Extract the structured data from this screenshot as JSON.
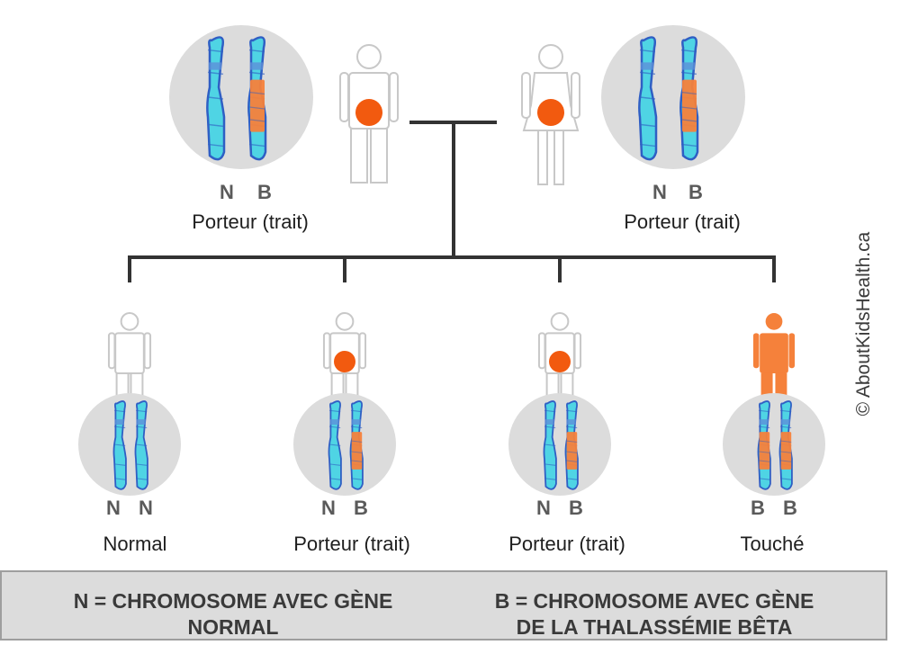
{
  "parents": [
    {
      "label": "Porteur (trait)",
      "alleles": [
        "N",
        "B"
      ],
      "sex": "male",
      "carrier_dot": true
    },
    {
      "label": "Porteur (trait)",
      "alleles": [
        "N",
        "B"
      ],
      "sex": "female",
      "carrier_dot": true
    }
  ],
  "children": [
    {
      "label": "Normal",
      "alleles": [
        "N",
        "N"
      ],
      "status": "normal"
    },
    {
      "label": "Porteur (trait)",
      "alleles": [
        "N",
        "B"
      ],
      "status": "carrier"
    },
    {
      "label": "Porteur (trait)",
      "alleles": [
        "N",
        "B"
      ],
      "status": "carrier"
    },
    {
      "label": "Touché",
      "alleles": [
        "B",
        "B"
      ],
      "status": "affected"
    }
  ],
  "legend": {
    "normal_gene": "N = CHROMOSOME AVEC GÈNE\nNORMAL",
    "beta_gene": "B = CHROMOSOME AVEC GÈNE\nDE LA THALASSÉMIE BÊTA"
  },
  "credit": "© AboutKidsHealth.ca",
  "colors": {
    "normal_chromosome": "#4fd4e4",
    "beta_segment": "#f5813b",
    "chromosome_outline": "#2f5fc4",
    "circle_bg": "#dcdcdc",
    "carrier_dot": "#f25a0f",
    "affected_figure": "#f5813b",
    "line": "#333333"
  }
}
